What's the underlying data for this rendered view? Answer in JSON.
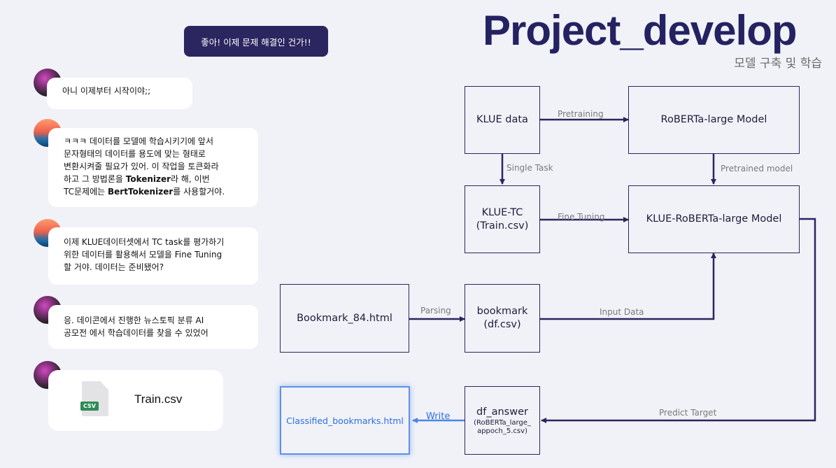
{
  "title": "Project_develop",
  "subtitle": "모델 구축 및 학습",
  "chat": {
    "top_message": "좋아! 이제 문제 해결인 건가!!",
    "messages": [
      {
        "text": "아니 이제부터 시작이야;;"
      },
      {
        "line1": "ㅋㅋㅋ 데이터를 모델에 학습시키기에 앞서",
        "line2": "문자형태의 데이터를 용도에 맞는 형태로",
        "line3": "변환시켜줄 필요가 있어. 이 작업을 토큰화라",
        "line4_a": "하고 그 방법론을 ",
        "line4_bold": "Tokenizer",
        "line4_b": "라 해, 이번",
        "line5_a": "TC문제에는 ",
        "line5_bold": "BertTokenizer",
        "line5_b": "를 사용할거야."
      },
      {
        "line1": "이제 KLUE데이터셋에서 TC task를 평가하기",
        "line2": "위한 데이터를 활용해서 모델을 Fine Tuning",
        "line3": "할 거야. 데이터는 준비됐어?"
      },
      {
        "line1": "응. 데이콘에서 진행한 뉴스토픽 분류 AI",
        "line2": "공모전 에서 학습데이터를 찾을 수 있었어"
      }
    ],
    "file": {
      "tag": "CSV",
      "name": "Train.csv",
      "icon": "csv-file-icon"
    }
  },
  "diagram": {
    "nodes": {
      "klue_data": "KLUE data",
      "roberta": "RoBERTa-large Model",
      "klue_tc_1": "KLUE-TC",
      "klue_tc_2": "(Train.csv)",
      "klue_roberta": "KLUE-RoBERTa-large Model",
      "bookmark84": "Bookmark_84.html",
      "bookmark_1": "bookmark",
      "bookmark_2": "(df.csv)",
      "classified": "Classified_bookmarks.html",
      "df_answer_1": "df_answer",
      "df_answer_2": "(RoBERTa_large_",
      "df_answer_3": "appoch_5.csv)"
    },
    "edges": {
      "pretraining": "Pretraining",
      "single_task": "Single Task",
      "pretrained_model": "Pretrained model",
      "fine_tuning": "Fine Tuning",
      "parsing": "Parsing",
      "input_data": "Input Data",
      "predict_target": "Predict Target",
      "write": "Write"
    },
    "colors": {
      "primary": "#2b2560",
      "highlight": "#2b6fe0"
    }
  }
}
